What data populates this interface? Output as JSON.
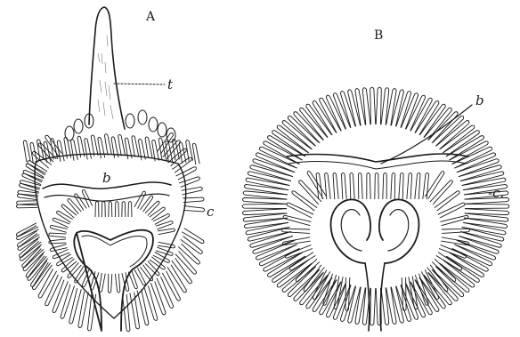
{
  "figure": {
    "panel_a": {
      "letter": "A",
      "labels": {
        "t": "t",
        "b": "b",
        "c": "c"
      }
    },
    "panel_b": {
      "letter": "B",
      "labels": {
        "b": "b",
        "c": "-c."
      }
    },
    "ink_color": "#1a1a1a",
    "paper_color": "#ffffff"
  }
}
